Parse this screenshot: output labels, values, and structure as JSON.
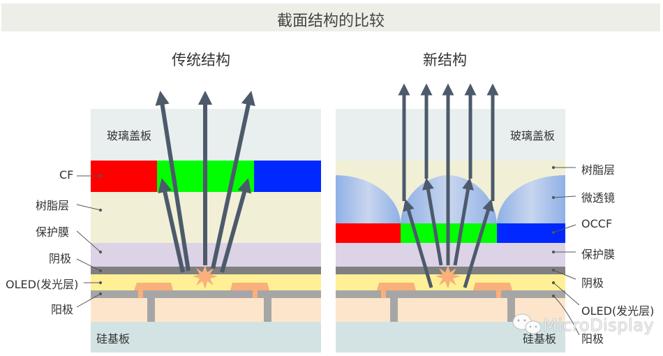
{
  "header": {
    "title": "截面结构的比较"
  },
  "panels": {
    "traditional": {
      "title": "传统结构",
      "inner_labels": {
        "glass": "玻璃盖板",
        "substrate": "硅基板"
      },
      "side_labels": [
        "CF",
        "树脂层",
        "保护膜",
        "阴极",
        "OLED(发光层)",
        "阳极"
      ]
    },
    "new": {
      "title": "新结构",
      "inner_labels": {
        "glass": "玻璃盖板",
        "substrate": "硅基板"
      },
      "side_labels": [
        "树脂层",
        "微透镜",
        "OCCF",
        "保护膜",
        "阴极",
        "OLED(发光层)",
        "阳极"
      ]
    }
  },
  "colors": {
    "glass": "#e9eeef",
    "resin": "#f1f0d6",
    "cf_red": "#ff0000",
    "cf_green": "#00ff00",
    "cf_blue": "#0028ff",
    "protect": "#dcd3e6",
    "cathode": "#808080",
    "oled": "#fff096",
    "anode": "#a6a6a6",
    "pad": "#f9b07a",
    "substrate_upper": "#fde5cc",
    "silicon": "#d3e3e3",
    "arrow": "#4d5a6b",
    "lens": "#a9c3ec"
  },
  "watermark": {
    "text": "MicroDisplay",
    "icon": "wechat-icon"
  }
}
